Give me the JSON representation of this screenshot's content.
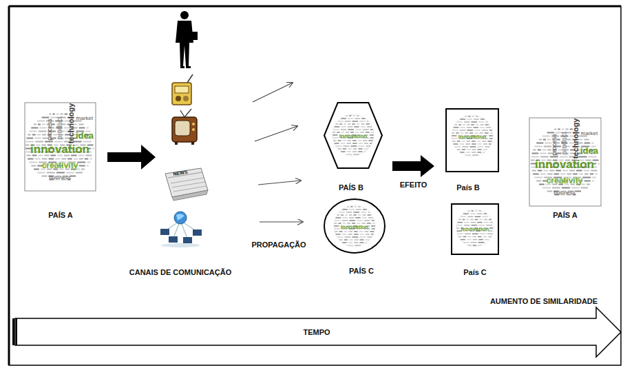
{
  "diagram": {
    "nodes": [
      {
        "text": [
          "innovation",
          "creativity",
          "idea",
          "technology",
          "product",
          "process",
          "market",
          "business",
          "PAÍS A"
        ]
      },
      {
        "text": [
          "innovation",
          "PAÍS B"
        ]
      },
      {
        "text": [
          "innovation",
          "PAÍS C"
        ]
      },
      {
        "text": [
          "innovation",
          "País B"
        ]
      },
      {
        "text": [
          "innovation",
          "País C"
        ]
      },
      {
        "text": [
          "innovation",
          "creativity",
          "idea",
          "technology",
          "product",
          "process",
          "market",
          "business",
          "PAÍS A"
        ]
      }
    ],
    "edges": [
      {
        "from": 1,
        "to": 3,
        "label": "EFEITO",
        "arrow": "to"
      }
    ],
    "labels": [
      "CANAIS DE COMUNICAÇÃO",
      "PROPAGAÇÃO",
      "AUMENTO DE SIMILARIDADE",
      "TEMPO",
      "NEWS"
    ]
  }
}
